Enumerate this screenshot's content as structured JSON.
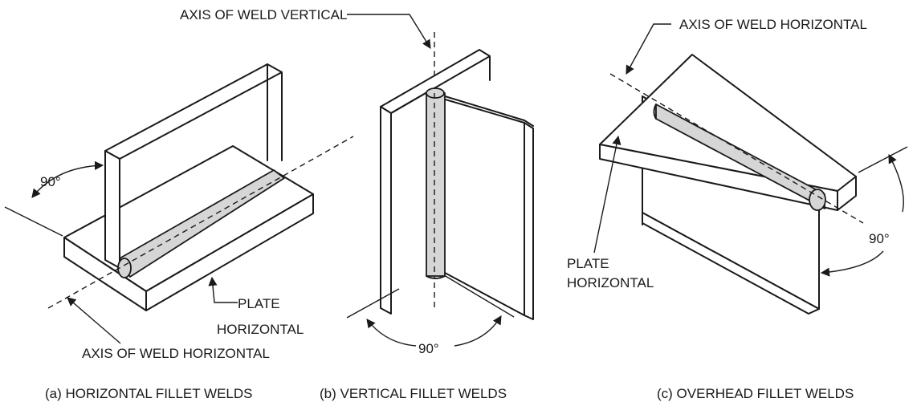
{
  "figure": {
    "a": {
      "angle": "90°",
      "plate_line1": "PLATE",
      "plate_line2": "HORIZONTAL",
      "axis_label": "AXIS OF WELD HORIZONTAL",
      "caption": "(a) HORIZONTAL FILLET WELDS"
    },
    "b": {
      "axis_label": "AXIS OF WELD VERTICAL",
      "angle": "90°",
      "caption": "(b) VERTICAL FILLET WELDS"
    },
    "c": {
      "axis_label": "AXIS OF WELD HORIZONTAL",
      "plate_line1": "PLATE",
      "plate_line2": "HORIZONTAL",
      "angle": "90°",
      "caption": "(c) OVERHEAD FILLET WELDS"
    }
  }
}
